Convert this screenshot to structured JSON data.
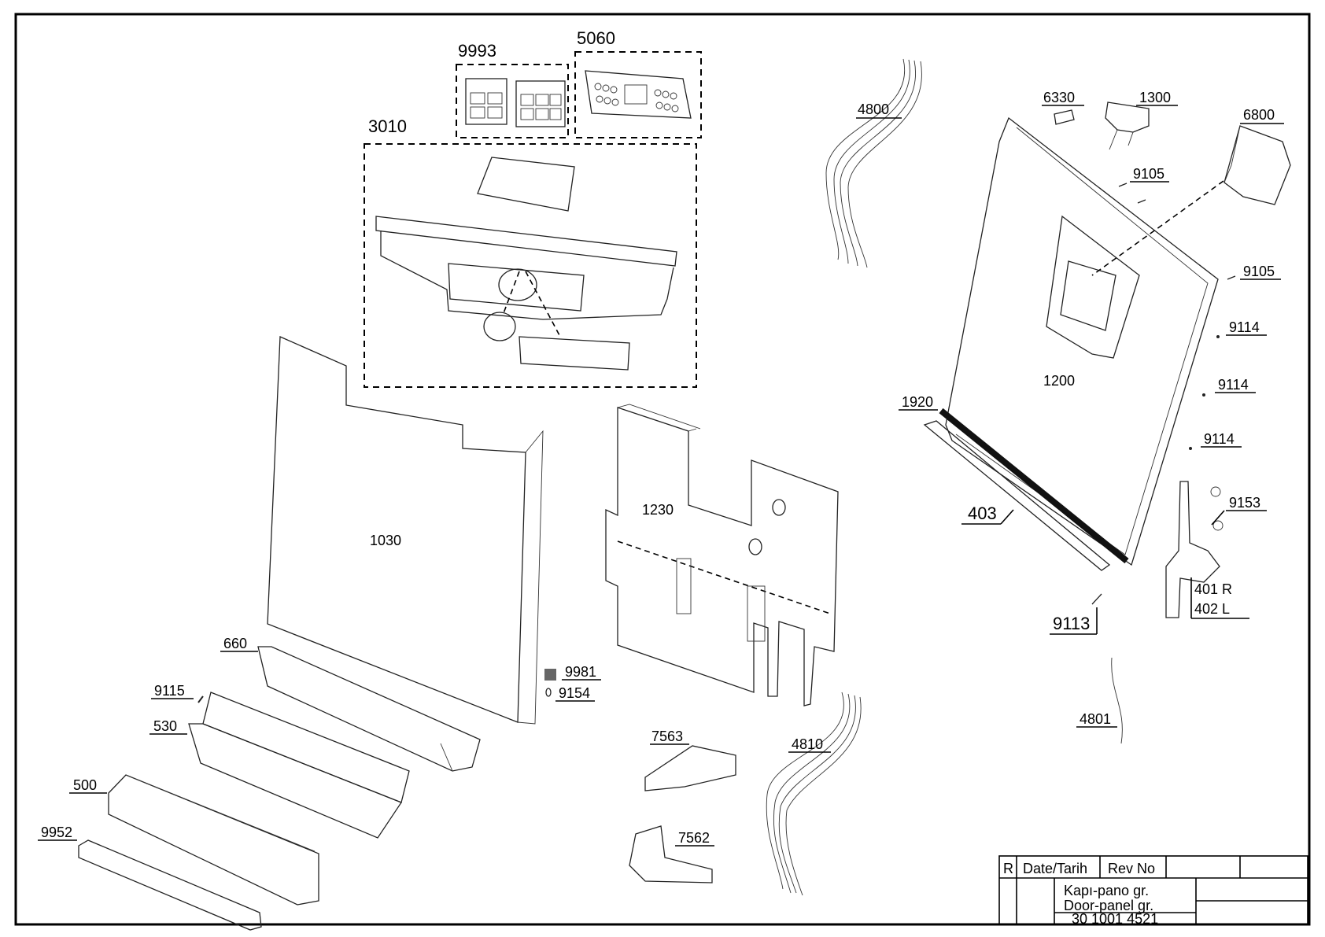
{
  "labels": {
    "l9993": "9993",
    "l5060": "5060",
    "l3010": "3010",
    "l4800": "4800",
    "l6330": "6330",
    "l1300": "1300",
    "l6800": "6800",
    "l9105a": "9105",
    "l9105b": "9105",
    "l9114a": "9114",
    "l9114b": "9114",
    "l9114c": "9114",
    "l1200": "1200",
    "l1920": "1920",
    "l403": "403",
    "l9153": "9153",
    "l401r": "401 R",
    "l402l": "402 L",
    "l9113": "9113",
    "l4801": "4801",
    "l1230": "1230",
    "l1030": "1030",
    "l660": "660",
    "l9981": "9981",
    "l9154": "9154",
    "l9115": "9115",
    "l530": "530",
    "l500": "500",
    "l9952": "9952",
    "l7563": "7563",
    "l7562": "7562",
    "l4810": "4810"
  },
  "title_block": {
    "r": "R",
    "date": "Date/Tarih",
    "rev": "Rev No",
    "title_tr": "Kapı-pano gr.",
    "title_en": "Door-panel gr.",
    "part_no": "30 1001 4521"
  }
}
